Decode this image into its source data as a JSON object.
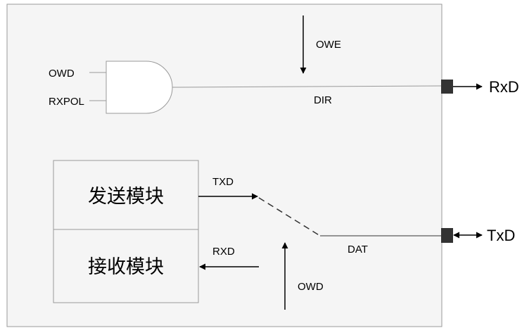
{
  "diagram": {
    "external_signals": {
      "rxd": "RxD",
      "txd": "TxD"
    },
    "gate_inputs": {
      "owd": "OWD",
      "rxpol": "RXPOL"
    },
    "internal_signals": {
      "owe": "OWE",
      "dir": "DIR",
      "txd": "TXD",
      "rxd": "RXD",
      "dat": "DAT",
      "owd": "OWD"
    },
    "modules": {
      "send": "发送模块",
      "receive": "接收模块"
    },
    "colors": {
      "chip_fill": "#f5f5f5",
      "chip_border": "#999999",
      "pin_fill": "#333333",
      "wire": "#000000"
    }
  }
}
